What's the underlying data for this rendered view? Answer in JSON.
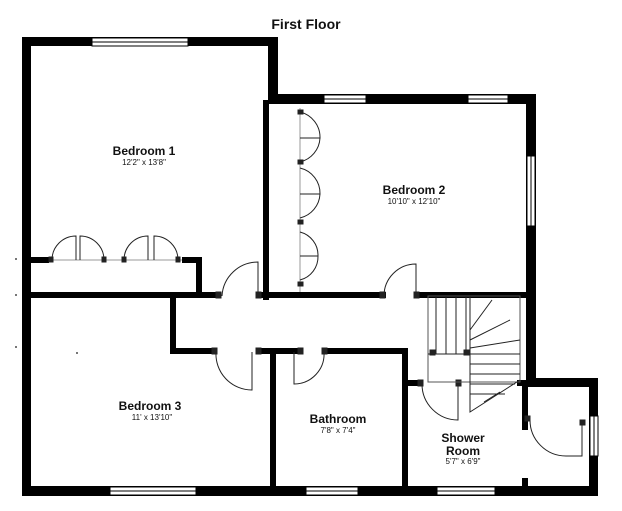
{
  "title": "First Floor",
  "rooms": {
    "bedroom1": {
      "name": "Bedroom 1",
      "dims": "12'2\" x 13'8\""
    },
    "bedroom2": {
      "name": "Bedroom 2",
      "dims": "10'10\" x 12'10\""
    },
    "bedroom3": {
      "name": "Bedroom 3",
      "dims": "11' x 13'10\""
    },
    "bathroom": {
      "name": "Bathroom",
      "dims": "7'8\" x 7'4\""
    },
    "shower": {
      "name_line1": "Shower",
      "name_line2": "Room",
      "dims": "5'7\" x 6'9\""
    }
  },
  "colors": {
    "wall": "#000000",
    "fixture": "#222222",
    "background": "#ffffff"
  }
}
